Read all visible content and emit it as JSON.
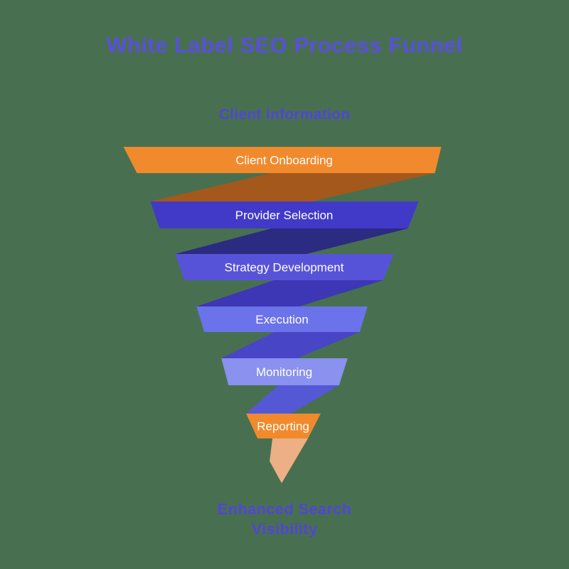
{
  "background_color": "#487050",
  "title": {
    "text": "White Label SEO Process Funnel",
    "color": "#5850DC"
  },
  "funnel_top_label": {
    "text": "Client information",
    "color": "#5046D6"
  },
  "funnel_bottom_label": {
    "line1": "Enhanced Search",
    "line2": "Visibility",
    "color": "#5046D6"
  },
  "stage_label_color": "#FFFFFF",
  "stages": [
    {
      "label": "Client Onboarding",
      "color": "#F18A2D",
      "fold_color": "#A4581C"
    },
    {
      "label": "Provider Selection",
      "color": "#4139C8",
      "fold_color": "#2B2B82"
    },
    {
      "label": "Strategy Development",
      "color": "#5753D9",
      "fold_color": "#3D36B5"
    },
    {
      "label": "Execution",
      "color": "#6B73EA",
      "fold_color": "#4845C6"
    },
    {
      "label": "Monitoring",
      "color": "#8A91EE",
      "fold_color": "#5558D5"
    },
    {
      "label": "Reporting",
      "color": "#F18A2D"
    }
  ],
  "tail_color": "#EDAF85"
}
